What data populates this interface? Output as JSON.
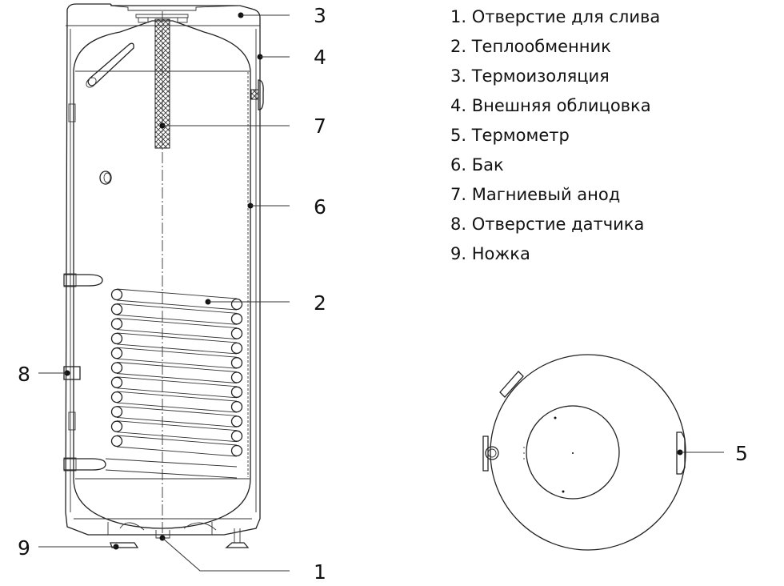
{
  "legend": [
    "1. Отверстие для слива",
    "2. Теплообменник",
    "3. Термоизоляция",
    "4. Внешняя облицовка",
    "5. Термометр",
    "6. Бак",
    "7. Магниевый анод",
    "8. Отверстие датчика",
    "9. Ножка"
  ],
  "callouts": {
    "c1": "1",
    "c2": "2",
    "c3": "3",
    "c4": "4",
    "c5": "5",
    "c6": "6",
    "c7": "7",
    "c8": "8",
    "c9": "9"
  },
  "coil_turns": 11
}
